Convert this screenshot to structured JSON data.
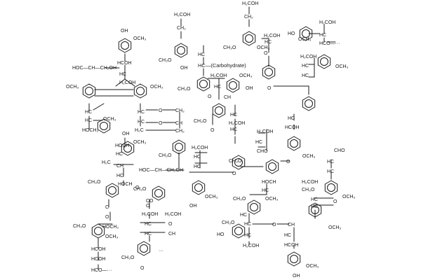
{
  "diagram": {
    "labels": {
      "h2coh": "H₂COH",
      "hcoh": "HCOH",
      "hoch": "HOCH",
      "hcoh_short": "HC",
      "hoc": "HOC",
      "ch2oh": "CH₂OH",
      "hoch2": "HOCH₂",
      "hc": "HC",
      "ch": "CH",
      "ch2": "CH₂",
      "h2c": "H₂C",
      "co": "CO",
      "c": "C",
      "o": "O",
      "oh": "OH",
      "ho": "HO",
      "och3": "OCH₃",
      "ch3o": "CH₃O",
      "cho": "CHO",
      "carbohydrate": "HC—(Carbohydrate)",
      "hoc_chain": "HOC—CH—CH₂OH",
      "hoc_chain2": "HOC—CH—CH₂OH",
      "hcoh_dots": "HCO—···",
      "hco_dots": "HCO—···",
      "dots": "···"
    }
  }
}
